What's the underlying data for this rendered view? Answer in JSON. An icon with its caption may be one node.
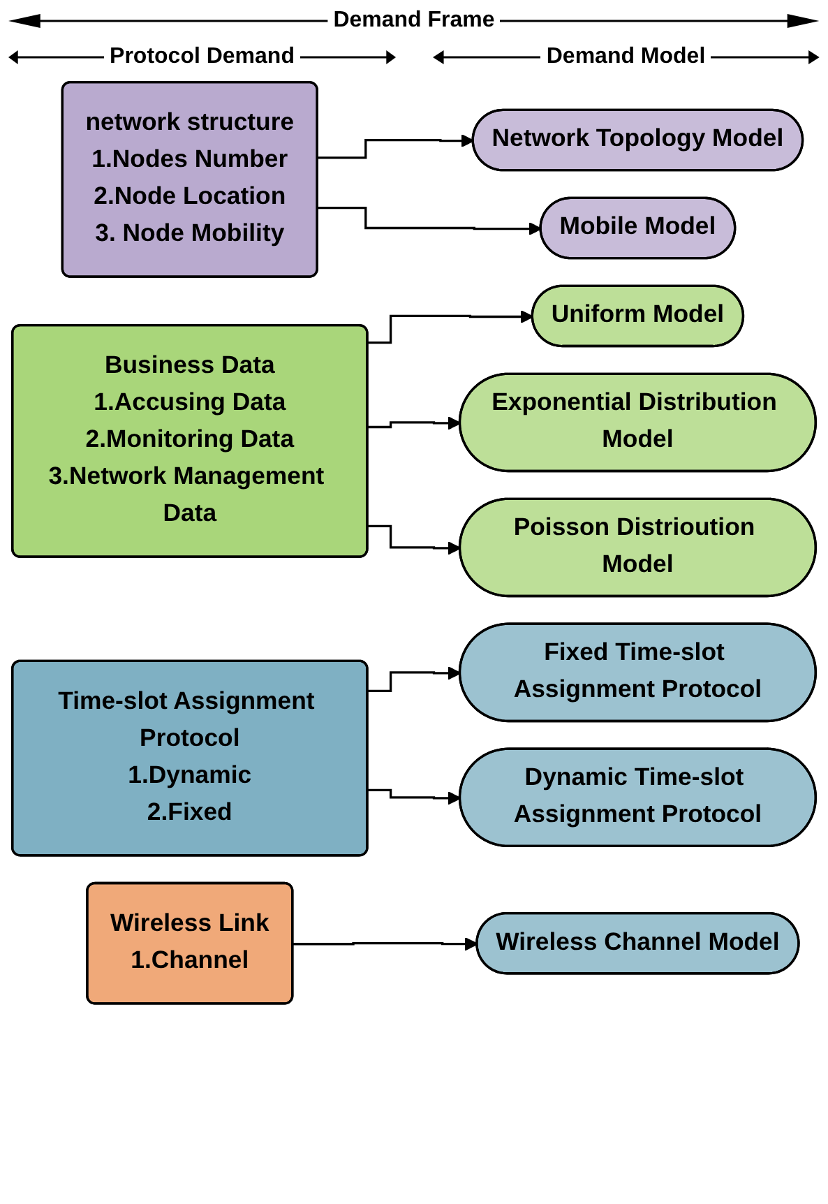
{
  "diagram": {
    "nodes": [
      {
        "text": [
          "network structure",
          "1.Nodes Number",
          "2.Node Location",
          "3. Node Mobility"
        ]
      },
      {
        "text": [
          "Network Topology Model"
        ]
      },
      {
        "text": [
          "Mobile Model"
        ]
      },
      {
        "text": [
          "Business Data",
          "1.Accusing Data",
          "2.Monitoring Data",
          "3.Network Management Data"
        ]
      },
      {
        "text": [
          "Uniform Model"
        ]
      },
      {
        "text": [
          "Exponential Distribution Model"
        ]
      },
      {
        "text": [
          "Poisson Distrioution Model"
        ]
      },
      {
        "text": [
          "Time-slot Assignment Protocol",
          "1.Dynamic",
          "2.Fixed"
        ]
      },
      {
        "text": [
          "Fixed Time-slot Assignment Protocol"
        ]
      },
      {
        "text": [
          "Dynamic Time-slot Assignment Protocol"
        ]
      },
      {
        "text": [
          "Wireless Link",
          "1.Channel"
        ]
      },
      {
        "text": [
          "Wireless Channel Model"
        ]
      }
    ],
    "edges": [
      {
        "from": 0,
        "to": 1,
        "arrow": "to"
      },
      {
        "from": 0,
        "to": 2,
        "arrow": "to"
      },
      {
        "from": 3,
        "to": 4,
        "arrow": "to"
      },
      {
        "from": 3,
        "to": 5,
        "arrow": "to"
      },
      {
        "from": 3,
        "to": 6,
        "arrow": "to"
      },
      {
        "from": 7,
        "to": 8,
        "arrow": "to"
      },
      {
        "from": 7,
        "to": 9,
        "arrow": "to"
      },
      {
        "from": 10,
        "to": 11,
        "arrow": "to"
      }
    ],
    "labels": [
      "Demand Frame",
      "Protocol Demand",
      "Demand Model"
    ]
  }
}
